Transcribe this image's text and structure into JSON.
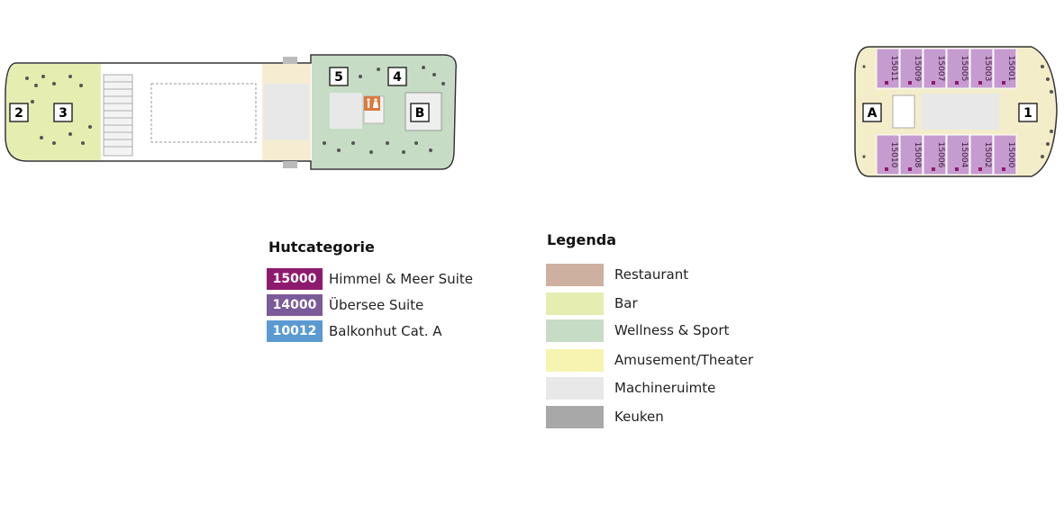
{
  "colors": {
    "himmel_suite": "#8e1a6f",
    "uebersee_suite": "#7b5a9a",
    "balkon": "#5b9ad0",
    "suite_cabin": "#c69bd0",
    "restaurant": "#cdb09f",
    "bar": "#e6edb0",
    "wellness": "#c6dcc5",
    "amusement": "#f6f4b0",
    "machine": "#e8e8e8",
    "keuken": "#a8a8a8"
  },
  "left_deck": {
    "markers": [
      {
        "label": "2"
      },
      {
        "label": "3"
      },
      {
        "label": "5"
      },
      {
        "label": "4"
      },
      {
        "label": "B"
      }
    ],
    "icons": [
      "restroom-icon"
    ]
  },
  "right_deck": {
    "markers": [
      {
        "label": "A"
      },
      {
        "label": "1"
      }
    ],
    "cabins_top": [
      "15011",
      "15009",
      "15007",
      "15005",
      "15003",
      "15001"
    ],
    "cabins_bottom": [
      "15010",
      "15008",
      "15006",
      "15004",
      "15002",
      "15000"
    ]
  },
  "hutcategorie": {
    "title": "Hutcategorie",
    "items": [
      {
        "code": "15000",
        "label": "Himmel & Meer Suite",
        "color": "#8e1a6f"
      },
      {
        "code": "14000",
        "label": "Übersee Suite",
        "color": "#7b5a9a"
      },
      {
        "code": "10012",
        "label": "Balkonhut Cat. A",
        "color": "#5b9ad0"
      }
    ]
  },
  "legenda": {
    "title": "Legenda",
    "items": [
      {
        "label": "Restaurant",
        "color": "#cdb09f"
      },
      {
        "label": "Bar",
        "color": "#e6edb0"
      },
      {
        "label": "Wellness & Sport",
        "color": "#c6dcc5"
      },
      {
        "label": "Amusement/Theater",
        "color": "#f6f4b0"
      },
      {
        "label": "Machineruimte",
        "color": "#e8e8e8"
      },
      {
        "label": "Keuken",
        "color": "#a8a8a8"
      }
    ]
  }
}
